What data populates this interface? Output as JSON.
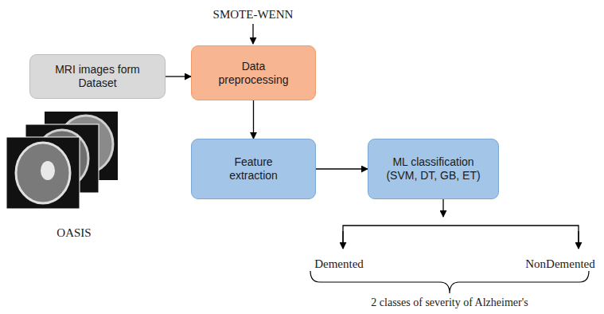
{
  "diagram": {
    "nodes": [
      {
        "text": [
          "MRI images form Dataset"
        ]
      },
      {
        "text": [
          "Data preprocessing"
        ]
      },
      {
        "text": [
          "Feature extraction"
        ]
      },
      {
        "text": [
          "ML classification (SVM, DT, GB, ET)"
        ]
      }
    ],
    "edges": [
      {
        "from": 0,
        "to": 1,
        "arrow": "to"
      },
      {
        "from": 1,
        "to": 2,
        "arrow": "to"
      },
      {
        "from": 2,
        "to": 3,
        "arrow": "to"
      }
    ],
    "labels": [
      "SMOTE-WENN",
      "OASIS",
      "Demented",
      "NonDemented",
      "2 classes of severity of Alzheimer's"
    ]
  }
}
